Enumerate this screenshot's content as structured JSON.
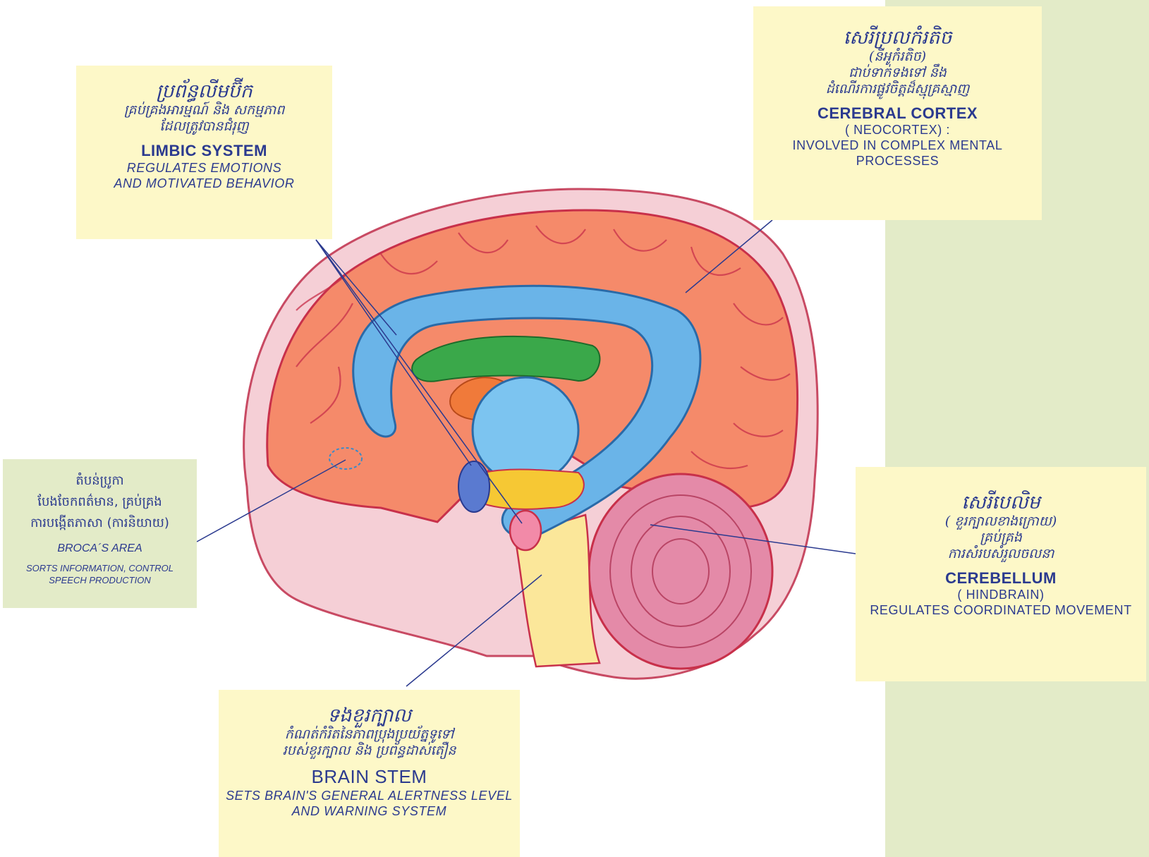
{
  "colors": {
    "label_background": "#fdf8c8",
    "side_panel": "#e3ebc8",
    "label_text": "#2b3a8f",
    "cortex": "#f58a6a",
    "limbic_blue": "#6ab4e8",
    "green": "#3aa84a",
    "skull": "#f4c8d0",
    "cerebellum": "#e48aa8"
  },
  "labels": {
    "limbic": {
      "km_title": "ប្រព័ន្ធលីមប៊ីក",
      "km_desc_1": "គ្រប់គ្រងអារម្មណ៍ និង សកម្មភាព",
      "km_desc_2": "ដែលត្រូវបានជំរុញ",
      "en_title": "LIMBIC SYSTEM",
      "en_desc_1": "REGULATES EMOTIONS",
      "en_desc_2": "AND MOTIVATED BEHAVIOR"
    },
    "cortex": {
      "km_title": "សេរីប្រលកំរតិច",
      "km_sub": "(នីអូកំរតិច)",
      "km_desc_1": "ជាប់ទាក់ទងទៅ នឹង",
      "km_desc_2": "ដំណើរការផ្លូវចិត្តដ៏ស្មុគ្រស្មាញ",
      "en_title": "CEREBRAL CORTEX",
      "en_sub": "( NEOCORTEX) :",
      "en_desc_1": "INVOLVED IN COMPLEX MENTAL",
      "en_desc_2": "PROCESSES"
    },
    "cerebellum": {
      "km_title": "សេរីបេលិម",
      "km_sub": "( ខួរក្បាលខាងក្រោយ)",
      "km_desc_1": "គ្រប់គ្រង",
      "km_desc_2": "ការសំរបសំរួលចលនា",
      "en_title": "CEREBELLUM",
      "en_sub": "( HINDBRAIN)",
      "en_desc": "REGULATES COORDINATED MOVEMENT"
    },
    "brainstem": {
      "km_title": "ទងខួរក្បាល",
      "km_desc_1": "កំណត់កំរិតនៃភាពប្រុងប្រយ័ត្នទូទៅ",
      "km_desc_2": "របស់ខួរក្បាល និង ប្រព័ន្ធដាស់តឿន",
      "en_title": "BRAIN STEM",
      "en_desc_1": "SETS BRAIN'S GENERAL ALERTNESS LEVEL",
      "en_desc_2": "AND WARNING SYSTEM"
    },
    "broca": {
      "km_title": "តំបន់ប្រូកា",
      "km_desc_1": "បែងចែកពត៌មាន, គ្រប់គ្រង",
      "km_desc_2": "ការបង្កើតភាសា (ការនិយាយ)",
      "en_title": "BROCA´S AREA",
      "en_desc_1": "SORTS INFORMATION, CONTROL",
      "en_desc_2": "SPEECH PRODUCTION"
    }
  }
}
